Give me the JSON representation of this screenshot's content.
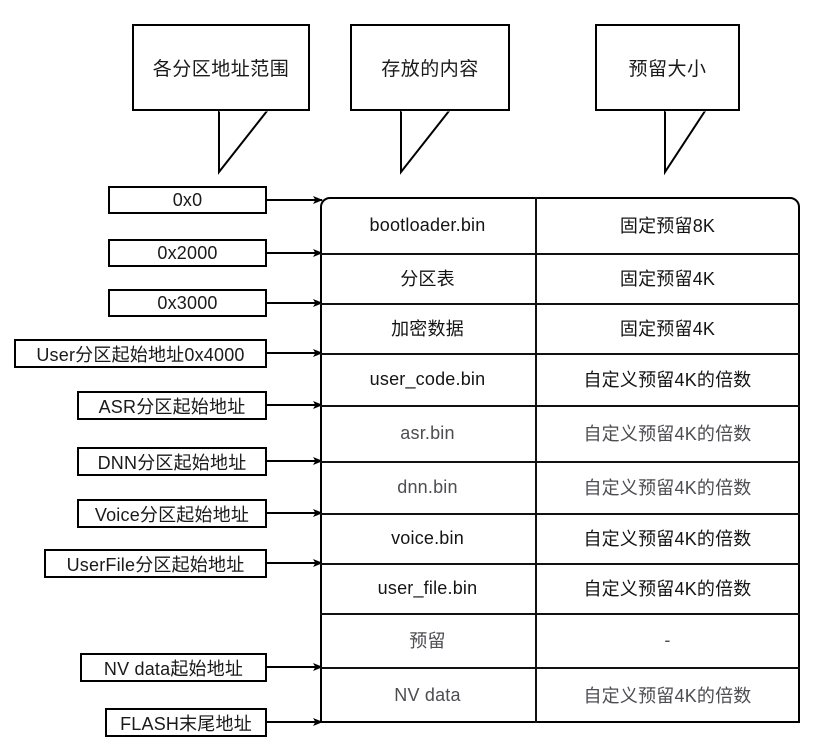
{
  "diagram": {
    "title_callouts": [
      {
        "id": "address-range",
        "label": "各分区地址范围"
      },
      {
        "id": "stored-content",
        "label": "存放的内容"
      },
      {
        "id": "reserved-size",
        "label": "预留大小"
      }
    ],
    "address_labels": [
      {
        "id": "addr-0x0",
        "label": "0x0"
      },
      {
        "id": "addr-0x2000",
        "label": "0x2000"
      },
      {
        "id": "addr-0x3000",
        "label": "0x3000"
      },
      {
        "id": "addr-user-start",
        "label": "User分区起始地址0x4000"
      },
      {
        "id": "addr-asr-start",
        "label": "ASR分区起始地址"
      },
      {
        "id": "addr-dnn-start",
        "label": "DNN分区起始地址"
      },
      {
        "id": "addr-voice-start",
        "label": "Voice分区起始地址"
      },
      {
        "id": "addr-userfile-start",
        "label": "UserFile分区起始地址"
      },
      {
        "id": "addr-nvdata-start",
        "label": "NV data起始地址"
      },
      {
        "id": "addr-flash-end",
        "label": "FLASH末尾地址"
      }
    ],
    "partition_rows": [
      {
        "content": "bootloader.bin",
        "size": "固定预留8K",
        "tone": "dark"
      },
      {
        "content": "分区表",
        "size": "固定预留4K",
        "tone": "dark"
      },
      {
        "content": "加密数据",
        "size": "固定预留4K",
        "tone": "dark"
      },
      {
        "content": "user_code.bin",
        "size": "自定义预留4K的倍数",
        "tone": "dark"
      },
      {
        "content": "asr.bin",
        "size": "自定义预留4K的倍数",
        "tone": "gray"
      },
      {
        "content": "dnn.bin",
        "size": "自定义预留4K的倍数",
        "tone": "gray"
      },
      {
        "content": "voice.bin",
        "size": "自定义预留4K的倍数",
        "tone": "dark"
      },
      {
        "content": "user_file.bin",
        "size": "自定义预留4K的倍数",
        "tone": "dark"
      },
      {
        "content": "预留",
        "size": "-",
        "tone": "gray"
      },
      {
        "content": "NV data",
        "size": "自定义预留4K的倍数",
        "tone": "gray"
      }
    ],
    "colors": {
      "stroke": "#000000",
      "ink_dark": "#141414",
      "ink_gray": "#4d4d52",
      "background": "#ffffff"
    }
  }
}
